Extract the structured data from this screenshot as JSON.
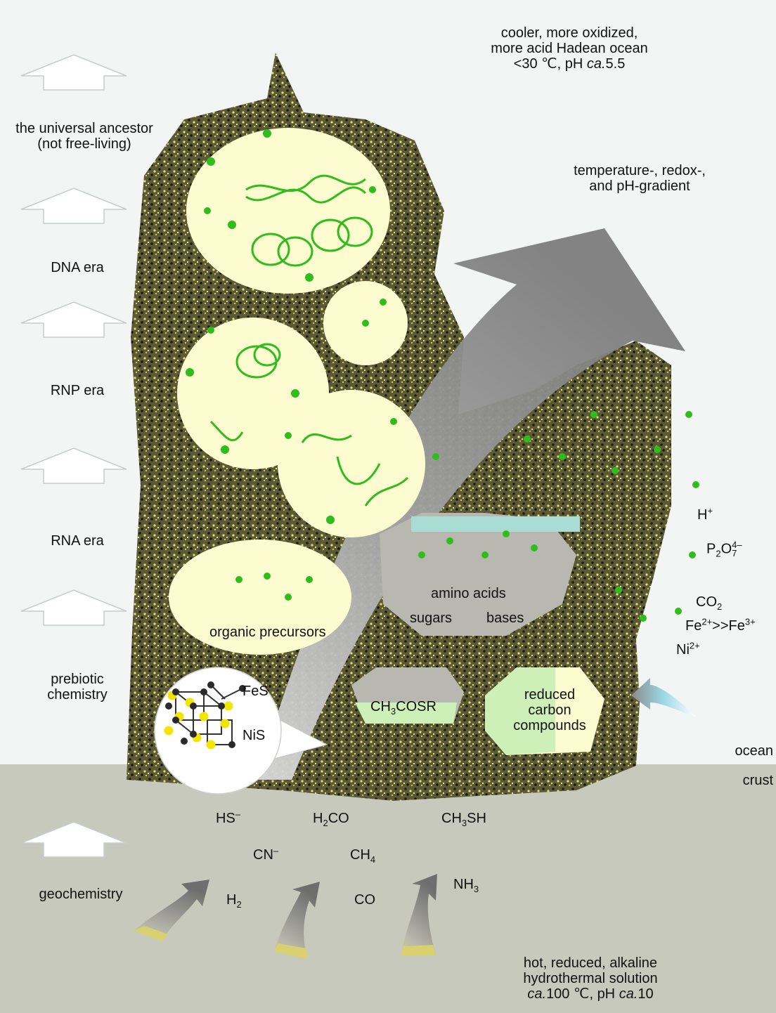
{
  "top_caption": {
    "line1": "cooler, more oxidized,",
    "line2": "more acid Hadean ocean",
    "line3": "<30 ℃, pH ",
    "line3_italic": "ca.",
    "line3_end": "5.5"
  },
  "gradient_caption": {
    "line1": "temperature-, redox-,",
    "line2": "and pH-gradient"
  },
  "bottom_caption": {
    "line1": "hot, reduced, alkaline",
    "line2": "hydrothermal solution",
    "line3_italic": "ca.",
    "line3": "100 ℃, pH ",
    "line3_italic2": "ca.",
    "line3_end": "10"
  },
  "stages": {
    "ancestor_line1": "the universal ancestor",
    "ancestor_line2": "(not free-living)",
    "dna": "DNA era",
    "rnp": "RNP era",
    "rna": "RNA era",
    "prebiotic_line1": "prebiotic",
    "prebiotic_line2": "chemistry",
    "geochemistry": "geochemistry"
  },
  "compartments": {
    "organic_precursors": "organic precursors",
    "amino_acids": "amino acids",
    "sugars": "sugars",
    "bases": "bases",
    "thioester": {
      "a": "CH",
      "a_sub": "3",
      "b": "COSR"
    },
    "reduced_line1": "reduced",
    "reduced_line2": "carbon",
    "reduced_line3": "compounds"
  },
  "minerals": {
    "fes": "FeS",
    "nis": "NiS"
  },
  "ocean_species": {
    "h": "H",
    "h_sup": "+",
    "p": "P",
    "p_sub1": "2",
    "o": "O",
    "p_sup": "4–",
    "p_sub2": "7",
    "co": "CO",
    "co_sub": "2",
    "fe": "Fe",
    "fe_sup1": "2+",
    "fe_mid": ">>Fe",
    "fe_sup2": "3+",
    "ni": "Ni",
    "ni_sup": "2+"
  },
  "layers": {
    "ocean": "ocean",
    "crust": "crust"
  },
  "crust_species": {
    "hs": "HS",
    "hs_sup": "–",
    "h2co_a": "H",
    "h2co_sub": "2",
    "h2co_b": "CO",
    "ch3sh_a": "CH",
    "ch3sh_sub": "3",
    "ch3sh_b": "SH",
    "cn": "CN",
    "cn_sup": "–",
    "ch4_a": "CH",
    "ch4_sub": "4",
    "h2_a": "H",
    "h2_sub": "2",
    "co": "CO",
    "nh3_a": "NH",
    "nh3_sub": "3"
  },
  "colors": {
    "background": "#f3f4f4",
    "crust": "#c8c9bd",
    "compartment_fill": "#fdfbd0",
    "mineral_crust": "#2f2f1c",
    "mineral_crust_light": "#cdc66a",
    "gradient_arrow": "#8c8c8c",
    "biomolecule_green": "#2fbd1c",
    "sulfur_yellow": "#f2e600",
    "thioester_fill": "#cdf0b8",
    "aqua_band": "#a9dcd5"
  }
}
